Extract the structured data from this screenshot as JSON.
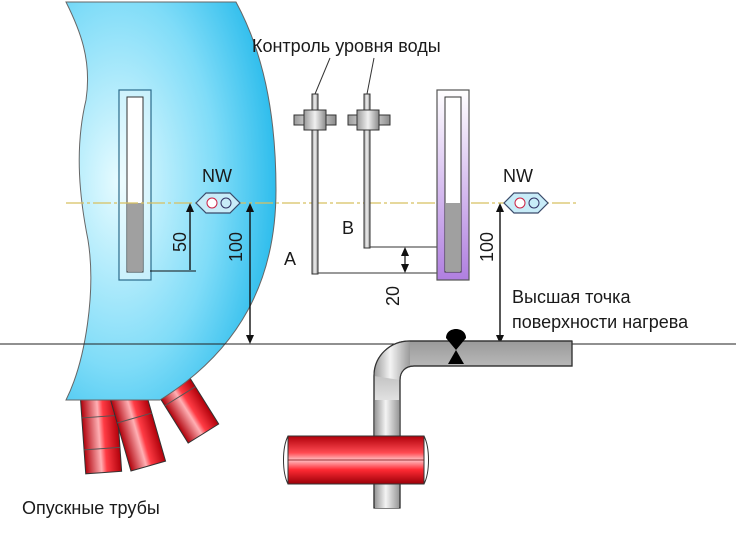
{
  "labels": {
    "water_level_control": "Контроль уровня воды",
    "nw_left": "NW",
    "nw_right": "NW",
    "point_a": "A",
    "point_b": "B",
    "dim_50": "50",
    "dim_100_left": "100",
    "dim_100_right": "100",
    "dim_20": "20",
    "highest_point_line1": "Высшая точка",
    "highest_point_line2": "поверхности нагрева",
    "downcomer_pipes": "Опускные трубы"
  },
  "colors": {
    "drum_light": "#d8f6ff",
    "drum_dark": "#1ab8ec",
    "pipe_red": "#e0141e",
    "pipe_grey": "#c8c8c8",
    "glass_purple": "#b07fe0",
    "water_grey": "#9a9a9a",
    "nw_line": "#d8c060",
    "outline": "#222222"
  }
}
